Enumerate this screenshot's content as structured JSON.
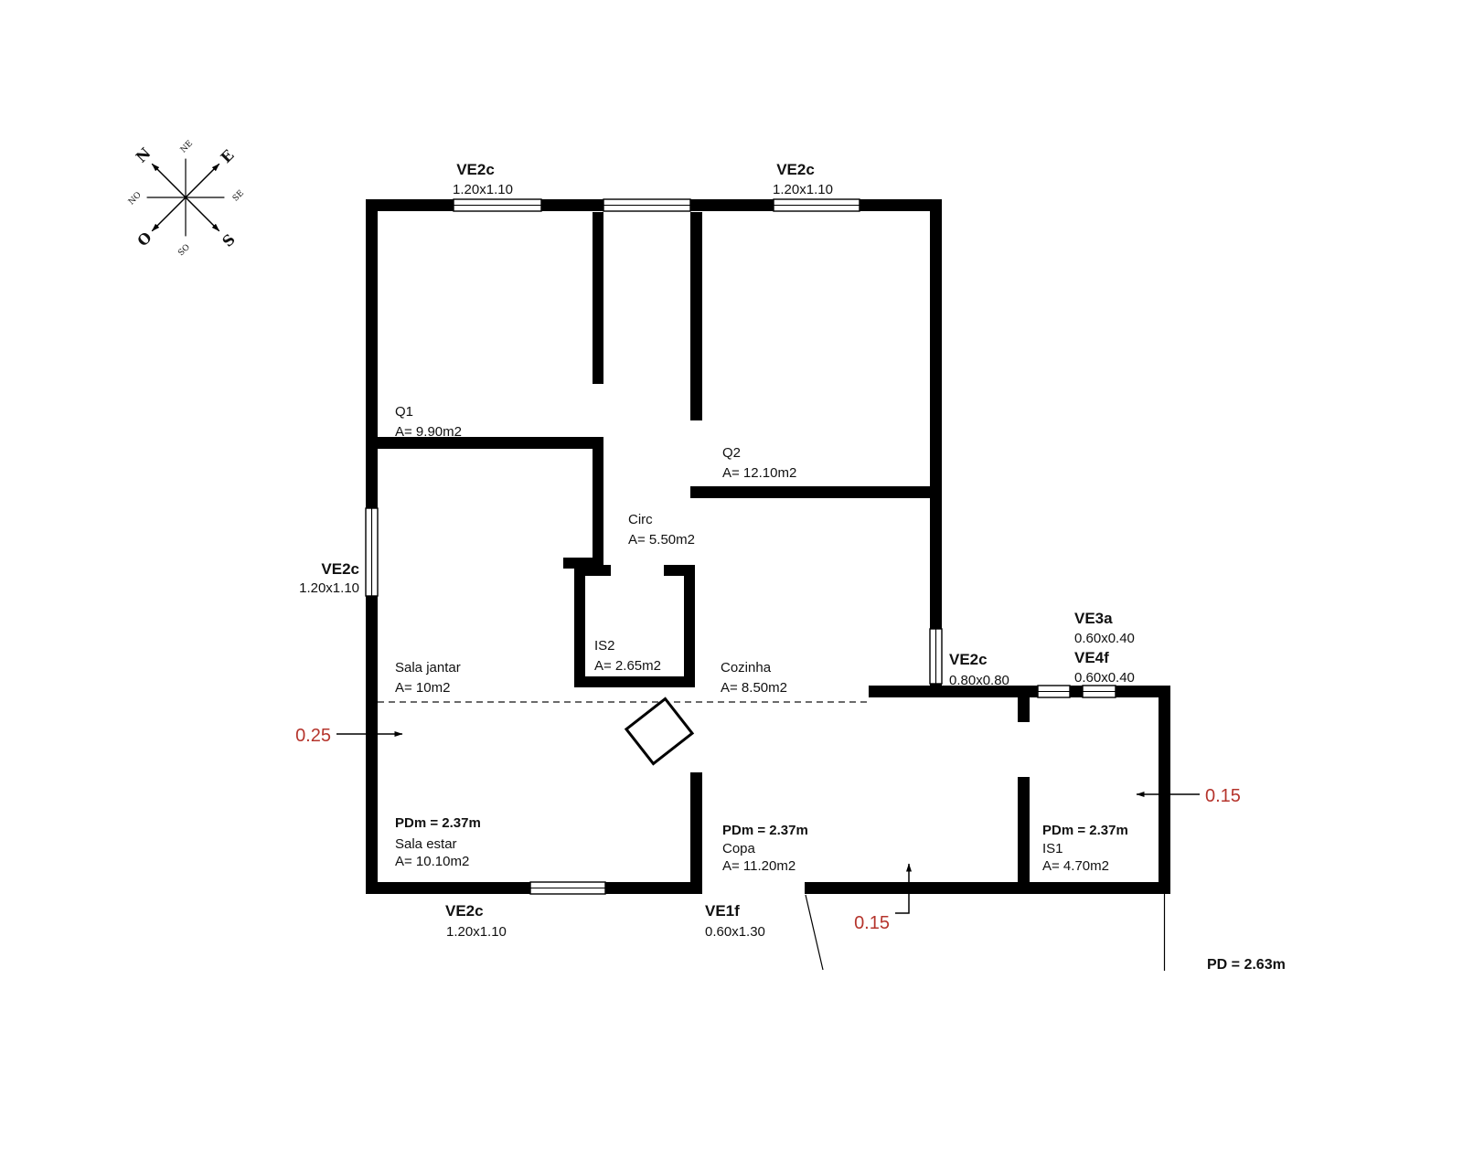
{
  "colors": {
    "wall": "#000000",
    "dimension_red": "#b5342c",
    "background": "#ffffff"
  },
  "compass": {
    "n": "N",
    "e": "E",
    "s": "S",
    "o": "O",
    "ne": "NE",
    "se": "SE",
    "so": "SO",
    "no": "NO"
  },
  "windows": {
    "top_left": {
      "label": "VE2c",
      "size": "1.20x1.10"
    },
    "top_right": {
      "label": "VE2c",
      "size": "1.20x1.10"
    },
    "left": {
      "label": "VE2c",
      "size": "1.20x1.10"
    },
    "bottom": {
      "label": "VE2c",
      "size": "1.20x1.10"
    },
    "door": {
      "label": "VE1f",
      "size": "0.60x1.30"
    },
    "right": {
      "label": "VE2c",
      "size": "0.80x0.80"
    },
    "ve3a": {
      "label": "VE3a",
      "size": "0.60x0.40"
    },
    "ve4f": {
      "label": "VE4f",
      "size": "0.60x0.40"
    }
  },
  "rooms": {
    "q1": {
      "name": "Q1",
      "area": "A= 9.90m2"
    },
    "q2": {
      "name": "Q2",
      "area": "A= 12.10m2"
    },
    "circ": {
      "name": "Circ",
      "area": "A= 5.50m2"
    },
    "is2": {
      "name": "IS2",
      "area": "A= 2.65m2"
    },
    "cozinha": {
      "name": "Cozinha",
      "area": "A= 8.50m2"
    },
    "jantar": {
      "name": "Sala jantar",
      "area": "A= 10m2"
    },
    "estar": {
      "pdm": "PDm = 2.37m",
      "name": "Sala estar",
      "area": "A= 10.10m2"
    },
    "copa": {
      "pdm": "PDm = 2.37m",
      "name": "Copa",
      "area": "A= 11.20m2"
    },
    "is1": {
      "pdm": "PDm = 2.37m",
      "name": "IS1",
      "area": "A= 4.70m2"
    }
  },
  "dims": {
    "wall_left": "0.25",
    "wall_bottom": "0.15",
    "wall_right": "0.15",
    "ceiling": "PD = 2.63m"
  }
}
